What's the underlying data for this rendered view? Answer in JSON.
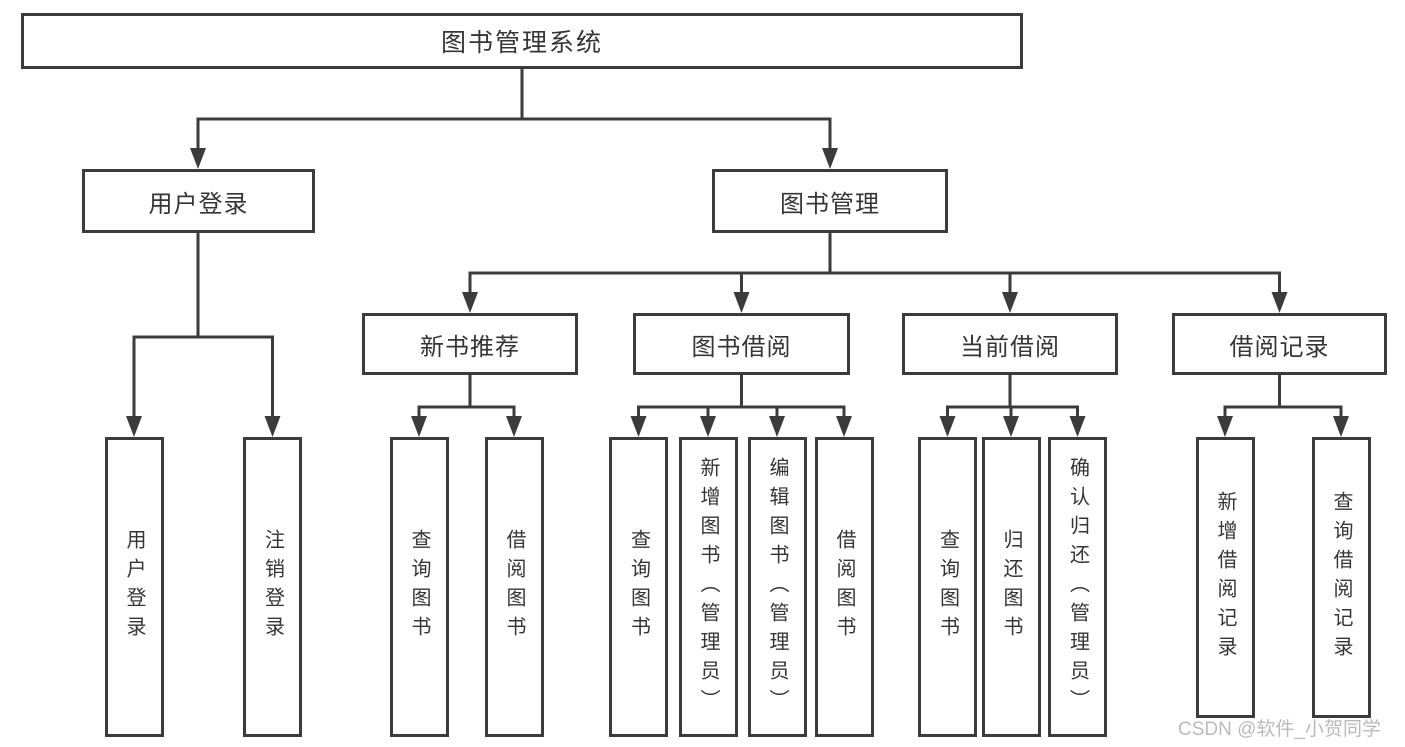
{
  "diagram_title": "图书管理系统",
  "tree": {
    "root": {
      "label": "图书管理系统"
    },
    "level2": [
      {
        "label": "用户登录"
      },
      {
        "label": "图书管理"
      }
    ],
    "level3": [
      {
        "label": "新书推荐",
        "parent": "图书管理"
      },
      {
        "label": "图书借阅",
        "parent": "图书管理"
      },
      {
        "label": "当前借阅",
        "parent": "图书管理"
      },
      {
        "label": "借阅记录",
        "parent": "图书管理"
      }
    ],
    "leaves": [
      {
        "parent": "用户登录",
        "label": "用户登录"
      },
      {
        "parent": "用户登录",
        "label": "注销登录"
      },
      {
        "parent": "新书推荐",
        "label": "查询图书"
      },
      {
        "parent": "新书推荐",
        "label": "借阅图书"
      },
      {
        "parent": "图书借阅",
        "label": "查询图书"
      },
      {
        "parent": "图书借阅",
        "label": "新增图书（管理员）"
      },
      {
        "parent": "图书借阅",
        "label": "编辑图书（管理员）"
      },
      {
        "parent": "图书借阅",
        "label": "借阅图书"
      },
      {
        "parent": "当前借阅",
        "label": "查询图书"
      },
      {
        "parent": "当前借阅",
        "label": "归还图书"
      },
      {
        "parent": "当前借阅",
        "label": "确认归还（管理员）"
      },
      {
        "parent": "借阅记录",
        "label": "新增借阅记录"
      },
      {
        "parent": "借阅记录",
        "label": "查询借阅记录"
      }
    ]
  },
  "watermark": {
    "text": "CSDN @软件_小贺同学"
  },
  "colors": {
    "line": "#3b3b3b",
    "text": "#353535",
    "background": "#ffffff",
    "watermark": "#b3b3b3"
  }
}
